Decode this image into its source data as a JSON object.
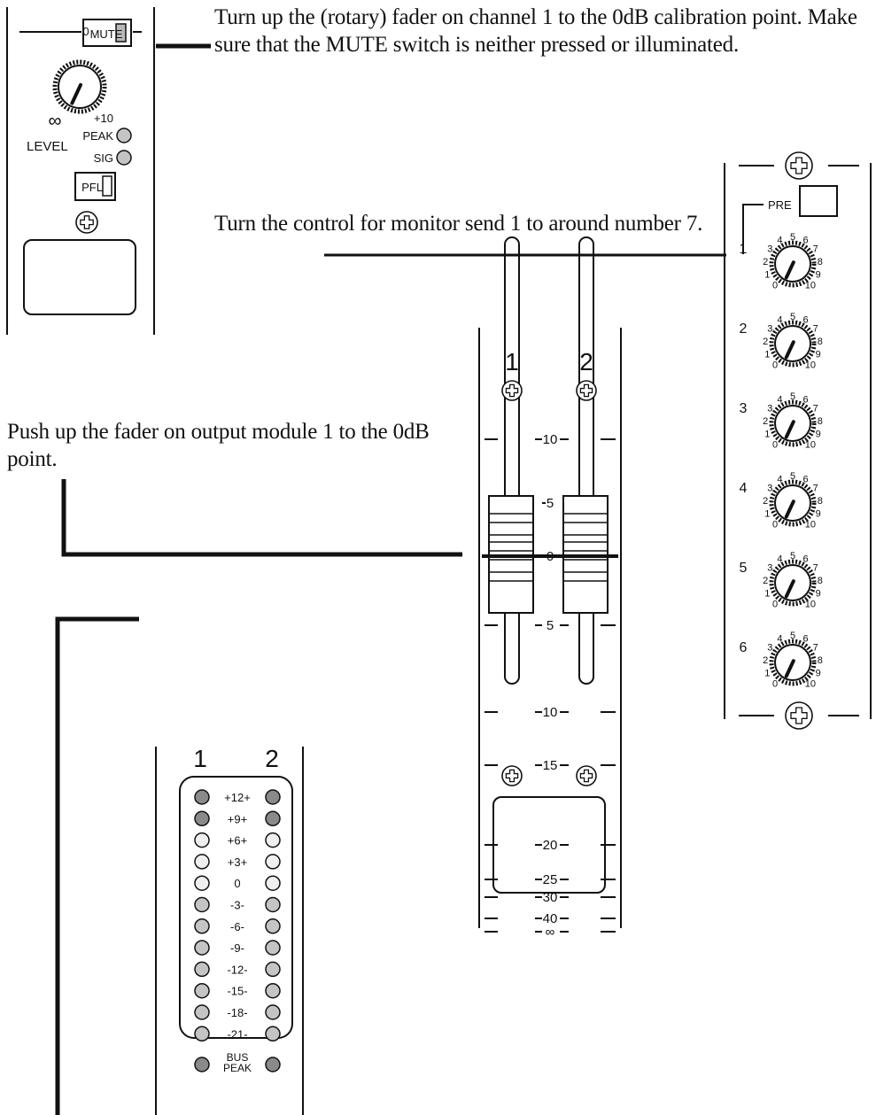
{
  "instructions": {
    "channel": "Turn up the (rotary) fader on channel 1 to the 0dB calibration point.  Make sure that the MUTE switch is neither pressed or illuminated.",
    "monitor": "Turn the control for monitor send 1 to around number 7.",
    "output": "Push up the fader on output module 1 to the 0dB point."
  },
  "channel_strip": {
    "mute_label": "MUTE",
    "level_label": "LEVEL",
    "knob_top_label": "0",
    "knob_min_label": "∞",
    "knob_max_label": "+10",
    "peak_label": "PEAK",
    "sig_label": "SIG",
    "pfl_label": "PFL"
  },
  "monitor_module": {
    "pre_label": "PRE",
    "sends": [
      "1",
      "2",
      "3",
      "4",
      "5",
      "6"
    ],
    "knob_scale": [
      "0",
      "1",
      "2",
      "3",
      "4",
      "5",
      "6",
      "7",
      "8",
      "9",
      "10"
    ]
  },
  "output_module": {
    "channels": [
      "1",
      "2"
    ],
    "scale": [
      "10",
      "5",
      "0",
      "5",
      "10",
      "15",
      "20",
      "25",
      "30",
      "40",
      "∞"
    ]
  },
  "meter_module": {
    "channels": [
      "1",
      "2"
    ],
    "levels": [
      "+12+",
      "+9+",
      "+6+",
      "+3+",
      "0",
      "-3-",
      "-6-",
      "-9-",
      "-12-",
      "-15-",
      "-18-",
      "-21-"
    ],
    "led_tones": [
      "dark",
      "dark",
      "light",
      "light",
      "light",
      "mid",
      "mid",
      "mid",
      "mid",
      "mid",
      "mid",
      "mid"
    ],
    "bus_peak_label": "BUS PEAK"
  },
  "colors": {
    "ink": "#111111",
    "led_dark": "#8a8a8a",
    "led_mid": "#c4c4c4",
    "led_light": "#efefef",
    "fader_cap": "#ffffff"
  }
}
